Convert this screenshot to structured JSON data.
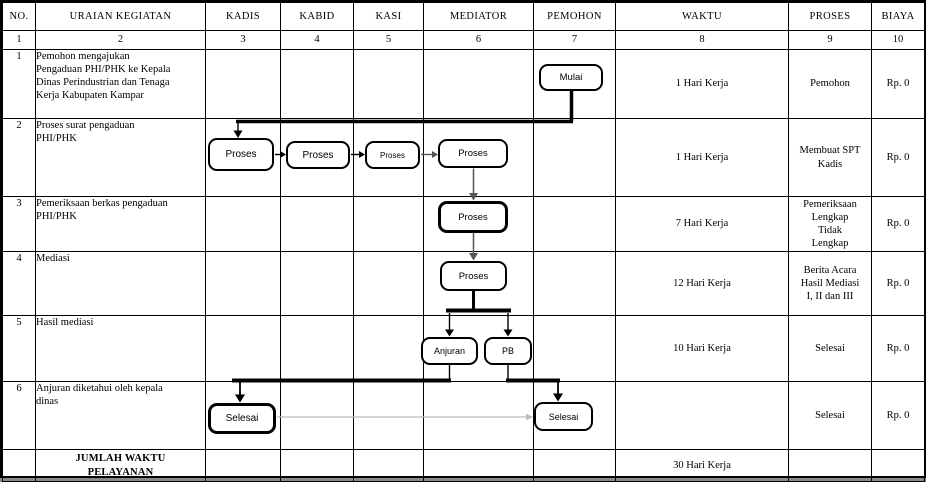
{
  "table": {
    "headers": [
      "NO.",
      "URAIAN KEGIATAN",
      "KADIS",
      "KABID",
      "KASI",
      "MEDIATOR",
      "PEMOHON",
      "WAKTU",
      "PROSES",
      "BIAYA"
    ],
    "col_numbers": [
      "1",
      "2",
      "3",
      "4",
      "5",
      "6",
      "7",
      "8",
      "9",
      "10"
    ],
    "rows": [
      {
        "no": "1",
        "uraian": "Pemohon mengajukan\nPengaduan PHI/PHK ke Kepala\nDinas Perindustrian dan Tenaga\nKerja Kabupaten Kampar",
        "waktu": "1 Hari Kerja",
        "proses": "Pemohon",
        "biaya": "Rp. 0"
      },
      {
        "no": "2",
        "uraian": "Proses surat pengaduan\nPHI/PHK",
        "waktu": "1 Hari Kerja",
        "proses": "Membuat SPT\nKadis",
        "biaya": "Rp. 0"
      },
      {
        "no": "3",
        "uraian": "Pemeriksaan berkas pengaduan\nPHI/PHK",
        "waktu": "7 Hari Kerja",
        "proses": "Pemeriksaan\nLengkap\nTidak\nLengkap",
        "biaya": "Rp. 0"
      },
      {
        "no": "4",
        "uraian": "Mediasi",
        "waktu": "12 Hari Kerja",
        "proses": "Berita Acara\nHasil Mediasi\nI, II dan III",
        "biaya": "Rp. 0"
      },
      {
        "no": "5",
        "uraian": "Hasil mediasi",
        "waktu": "10 Hari Kerja",
        "proses": "Selesai",
        "biaya": "Rp. 0"
      },
      {
        "no": "6",
        "uraian": "Anjuran diketahui oleh kepala\ndinas",
        "waktu": "",
        "proses": "Selesai",
        "biaya": "Rp. 0"
      }
    ],
    "footer": {
      "uraian": "JUMLAH WAKTU\nPELAYANAN",
      "waktu": "30 Hari Kerja"
    }
  },
  "flowchart": {
    "nodes": {
      "mulai": "Mulai",
      "proses_kadis": "Proses",
      "proses_kabid": "Proses",
      "proses_kasi": "Proses",
      "proses_mediator": "Proses",
      "proses_pemeriksaan": "Proses",
      "proses_mediasi": "Proses",
      "anjuran": "Anjuran",
      "pb": "PB",
      "selesai_kadis": "Selesai",
      "selesai_pemohon": "Selesai"
    }
  },
  "colors": {
    "line": "#000000",
    "gray_arrow": "#555555",
    "light_arrow": "#b9b9b9"
  }
}
